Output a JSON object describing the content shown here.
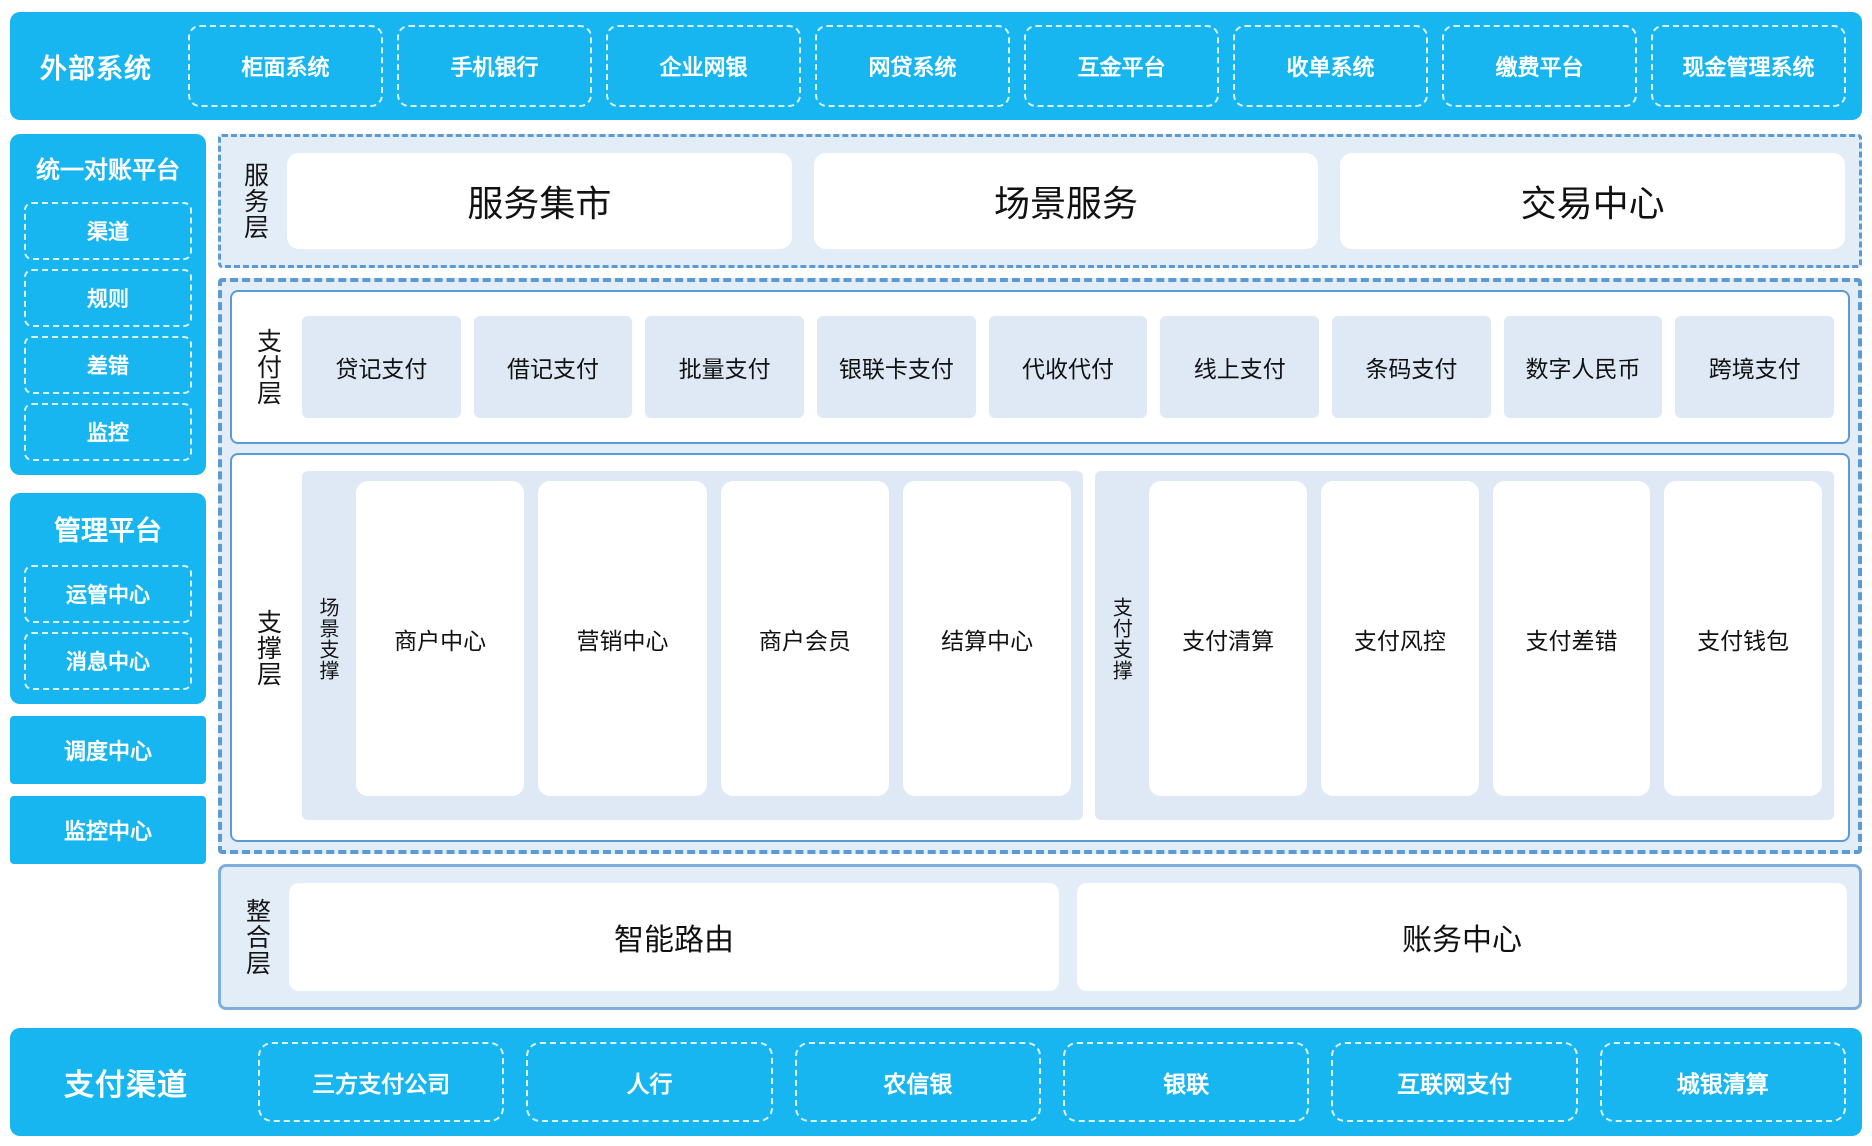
{
  "external_systems": {
    "title": "外部系统",
    "items": [
      "柜面系统",
      "手机银行",
      "企业网银",
      "网贷系统",
      "互金平台",
      "收单系统",
      "缴费平台",
      "现金管理系统"
    ]
  },
  "left_rail": {
    "reconcile_platform": {
      "title": "统一对账平台",
      "items": [
        "渠道",
        "规则",
        "差错",
        "监控"
      ]
    },
    "management_platform": {
      "title": "管理平台",
      "items": [
        "运管中心",
        "消息中心"
      ]
    },
    "standalone": [
      "调度中心",
      "监控中心"
    ]
  },
  "service_layer": {
    "label": "服务层",
    "cards": [
      "服务集市",
      "场景服务",
      "交易中心"
    ]
  },
  "payment_layer": {
    "label": "支付层",
    "cards": [
      "贷记支付",
      "借记支付",
      "批量支付",
      "银联卡支付",
      "代收代付",
      "线上支付",
      "条码支付",
      "数字人民币",
      "跨境支付"
    ]
  },
  "support_layer": {
    "label": "支撑层",
    "groups": [
      {
        "label": "场景支撑",
        "cards": [
          "商户中心",
          "营销中心",
          "商户会员",
          "结算中心"
        ]
      },
      {
        "label": "支付支撑",
        "cards": [
          "支付清算",
          "支付风控",
          "支付差错",
          "支付钱包"
        ]
      }
    ]
  },
  "integration_layer": {
    "label": "整合层",
    "cards": [
      "智能路由",
      "账务中心"
    ]
  },
  "payment_channels": {
    "title": "支付渠道",
    "items": [
      "三方支付公司",
      "人行",
      "农信银",
      "银联",
      "互联网支付",
      "城银清算"
    ]
  },
  "colors": {
    "cyan": "#17B6F0",
    "panel_blue": "#E3EDF8",
    "card_blue": "#DEE9F5",
    "border_blue": "#5B9BD5",
    "white": "#FFFFFF"
  }
}
